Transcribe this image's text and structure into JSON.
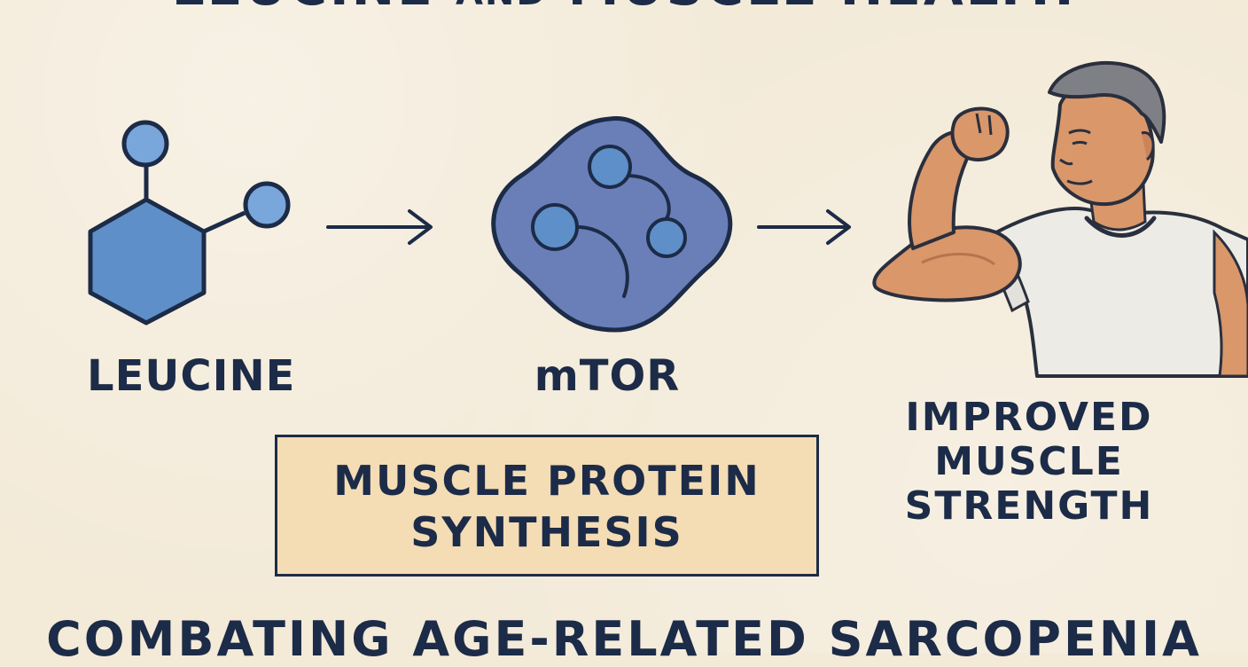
{
  "title": {
    "main_left": "LEUCINE",
    "connector": "AND",
    "main_right": "MUSCLE HEALTH"
  },
  "nodes": [
    {
      "id": "leucine",
      "label": "LEUCINE",
      "icon": "molecule-icon"
    },
    {
      "id": "mtor",
      "label": "mTOR",
      "icon": "mtor-protein-icon"
    },
    {
      "id": "outcome",
      "lines": [
        "IMPROVED",
        "MUSCLE",
        "STRENGTH"
      ],
      "icon": "flexing-man-illustration"
    }
  ],
  "process_box": {
    "lines": [
      "MUSCLE PROTEIN",
      "SYNTHESIS"
    ]
  },
  "footer": "COMBATING AGE-RELATED SARCOPENIA",
  "colors": {
    "background": "#f3ead8",
    "ink": "#1c2b47",
    "molecule_blue": "#5f8fc8",
    "protein_blue": "#6a7fb8",
    "box_fill": "#f4dcb5"
  }
}
